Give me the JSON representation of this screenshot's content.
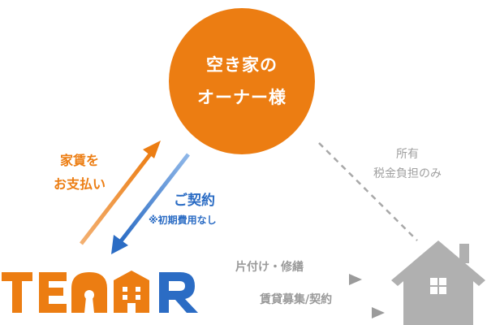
{
  "owner": {
    "line1": "空き家の",
    "line2": "オーナー様"
  },
  "rent": {
    "line1": "家賃を",
    "line2": "お支払い"
  },
  "contract": {
    "label": "ご契約",
    "note": "※初期費用なし"
  },
  "owner_duty": {
    "line1": "所有",
    "line2": "税金負担のみ"
  },
  "services": [
    "片付け・修繕",
    "賃貸募集/契約"
  ],
  "logo": {
    "text": "TEAMR"
  },
  "colors": {
    "orange": "#ec7d12",
    "blue": "#2b6cc4",
    "gray": "#9b9b9b",
    "light_gray": "#b0b0b0"
  },
  "icons": {
    "house": "house-icon"
  }
}
